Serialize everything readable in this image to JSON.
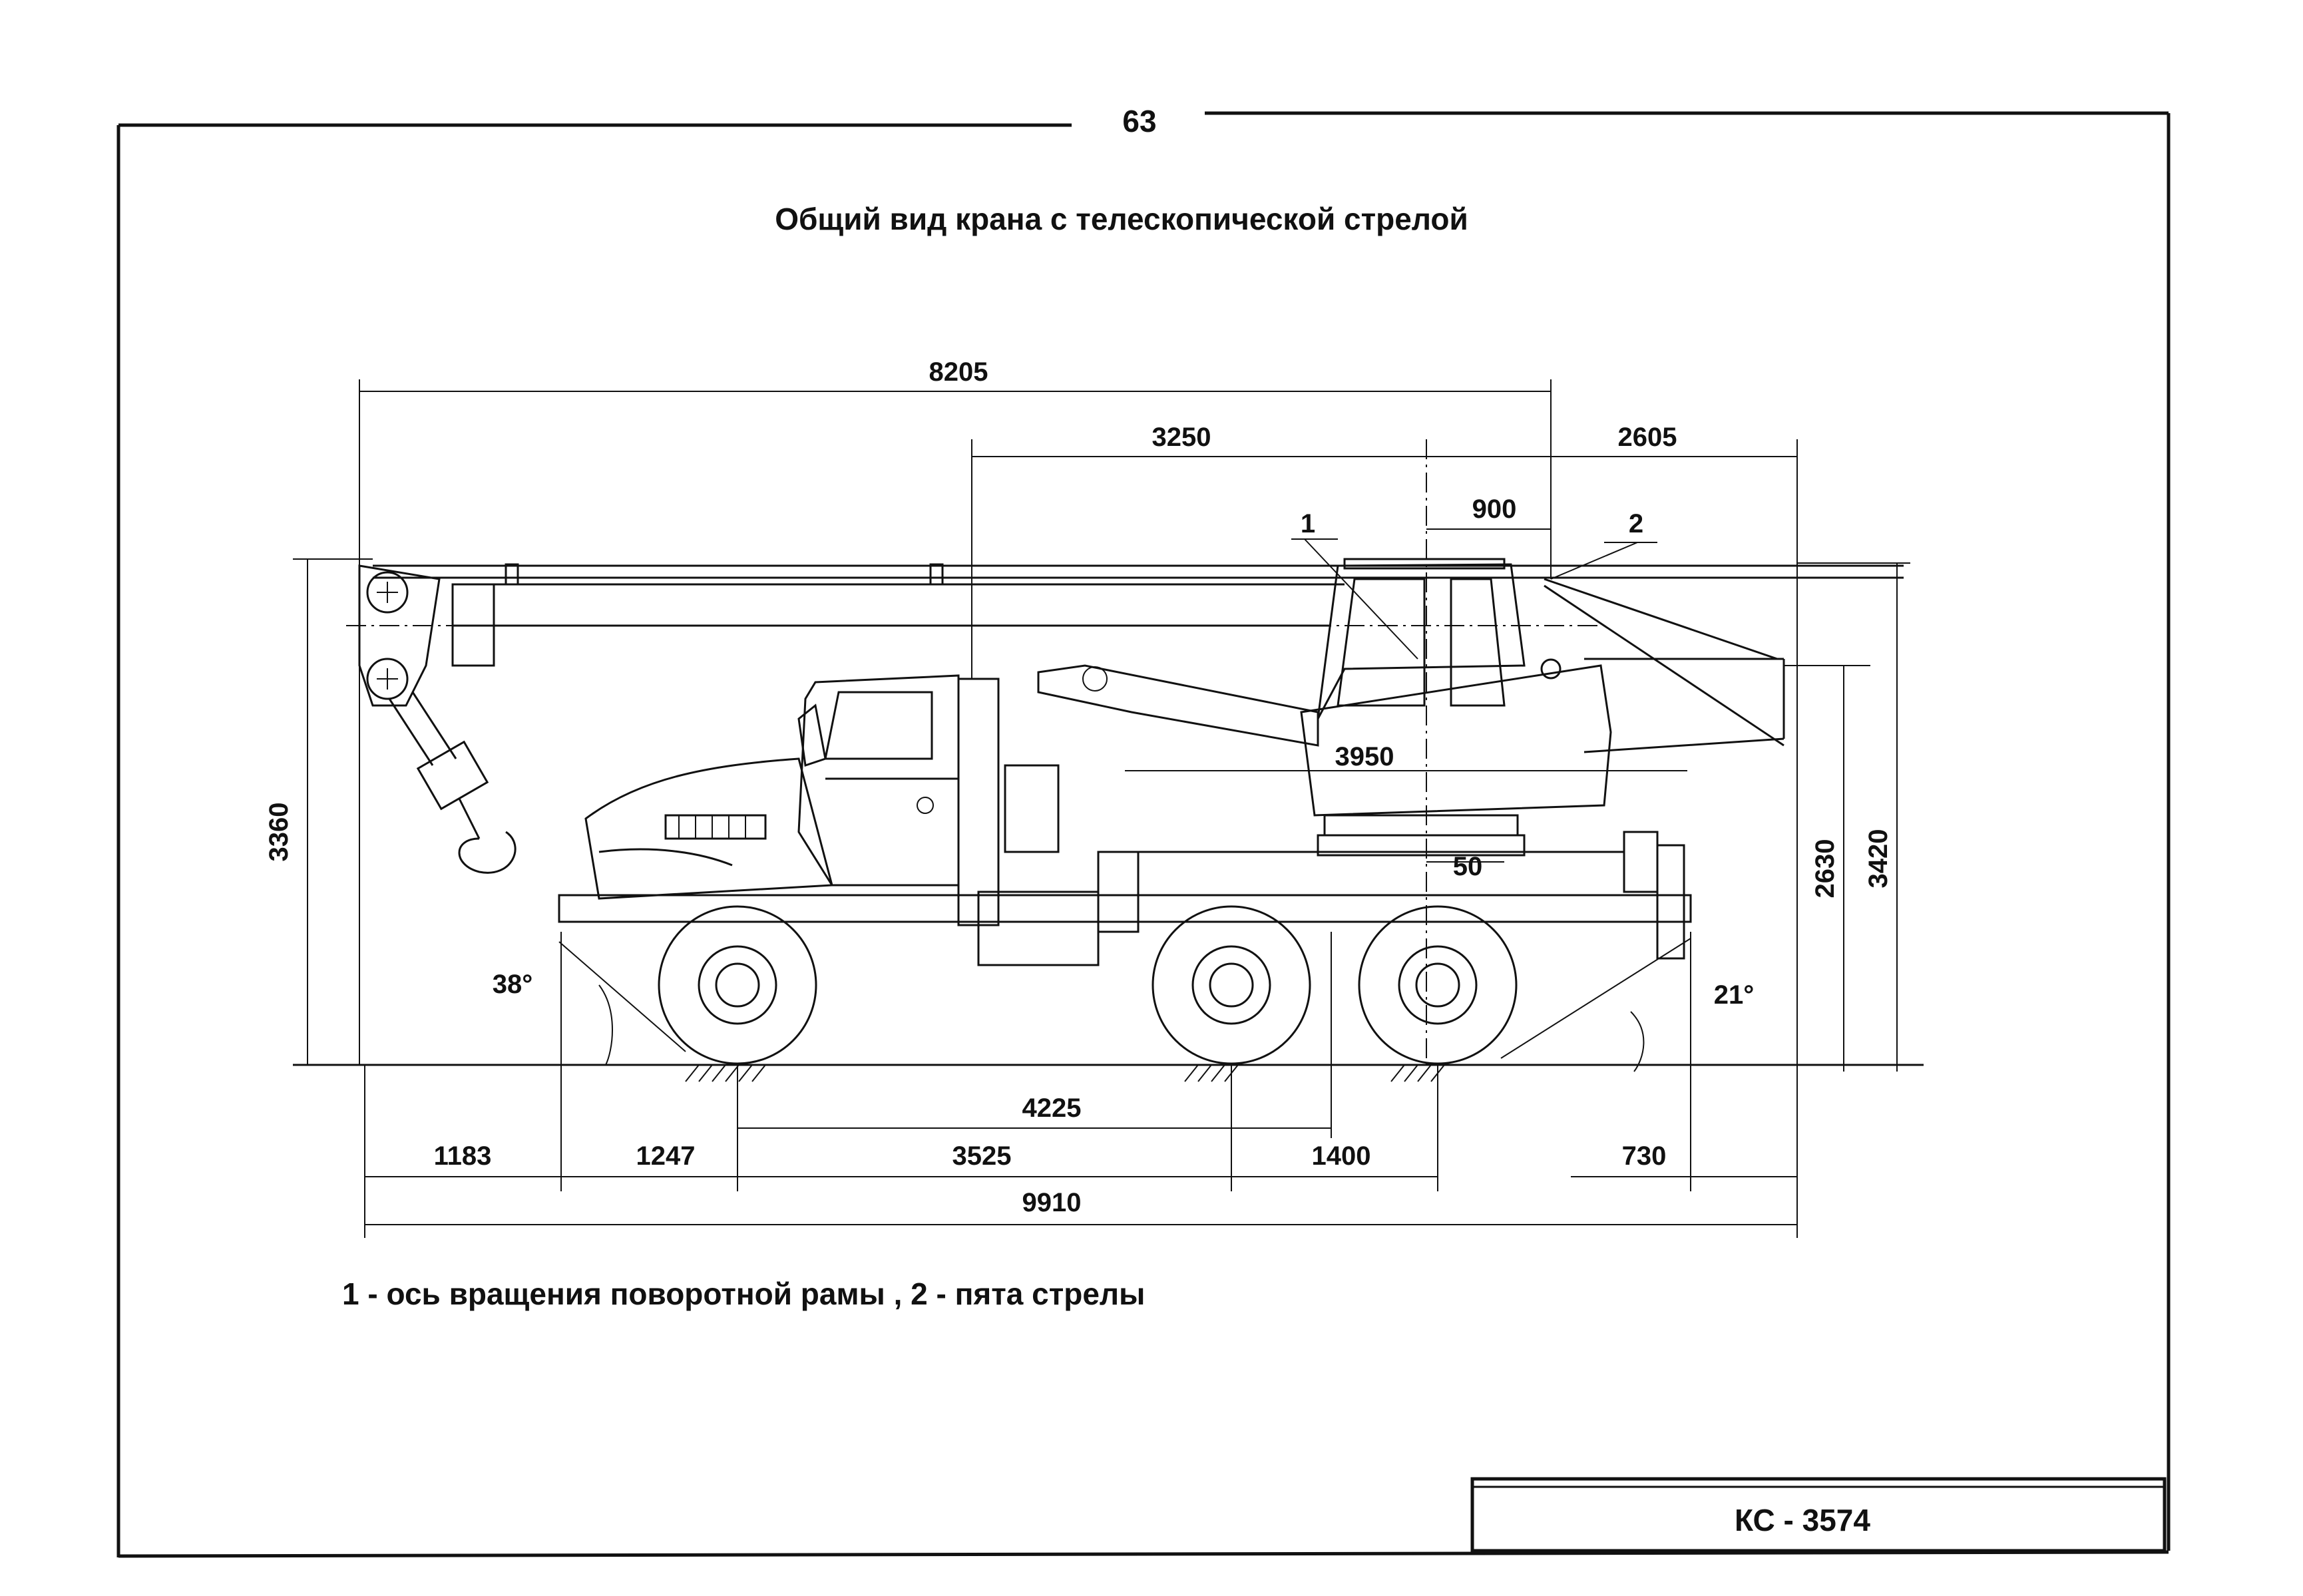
{
  "page": {
    "number": "63",
    "title": "Общий вид крана с телескопической стрелой",
    "legend": "1 - ось вращения поворотной рамы , 2 - пята стрелы",
    "model": "КС - 3574"
  },
  "callouts": {
    "rotation_axis": "1",
    "boom_heel": "2"
  },
  "dimensions": {
    "overall_reach": "8205",
    "front_to_axis": "3250",
    "rear_overhang": "2605",
    "axis_to_heel": "900",
    "turntable_width": "3950",
    "small_offset": "50",
    "height_boom": "3360",
    "height_cabin": "2630",
    "height_total": "3420",
    "front_overhang": "1183",
    "front_to_axle": "1247",
    "wheelbase_front": "3525",
    "bogie": "1400",
    "axle_to_bogie": "4225",
    "rear_outrigger": "730",
    "overall_length": "9910"
  },
  "angles": {
    "approach": "38°",
    "departure": "21°"
  }
}
